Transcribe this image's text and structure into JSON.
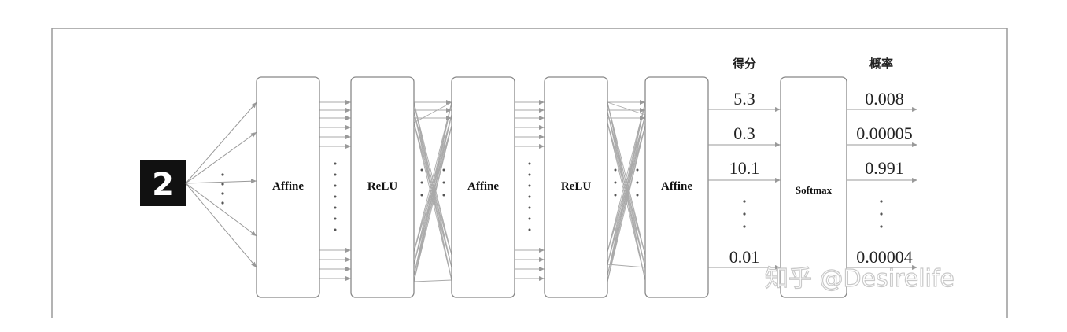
{
  "layers": [
    {
      "label": "Affine"
    },
    {
      "label": "ReLU"
    },
    {
      "label": "Affine"
    },
    {
      "label": "ReLU"
    },
    {
      "label": "Affine"
    }
  ],
  "softmax": {
    "label": "Softmax"
  },
  "input": {
    "digit": "2"
  },
  "headers": {
    "scores": "得分",
    "probabilities": "概率"
  },
  "scores": [
    "5.3",
    "0.3",
    "10.1",
    "0.01"
  ],
  "probabilities": [
    "0.008",
    "0.00005",
    "0.991",
    "0.00004"
  ],
  "watermark": "知乎 @Desirelife"
}
